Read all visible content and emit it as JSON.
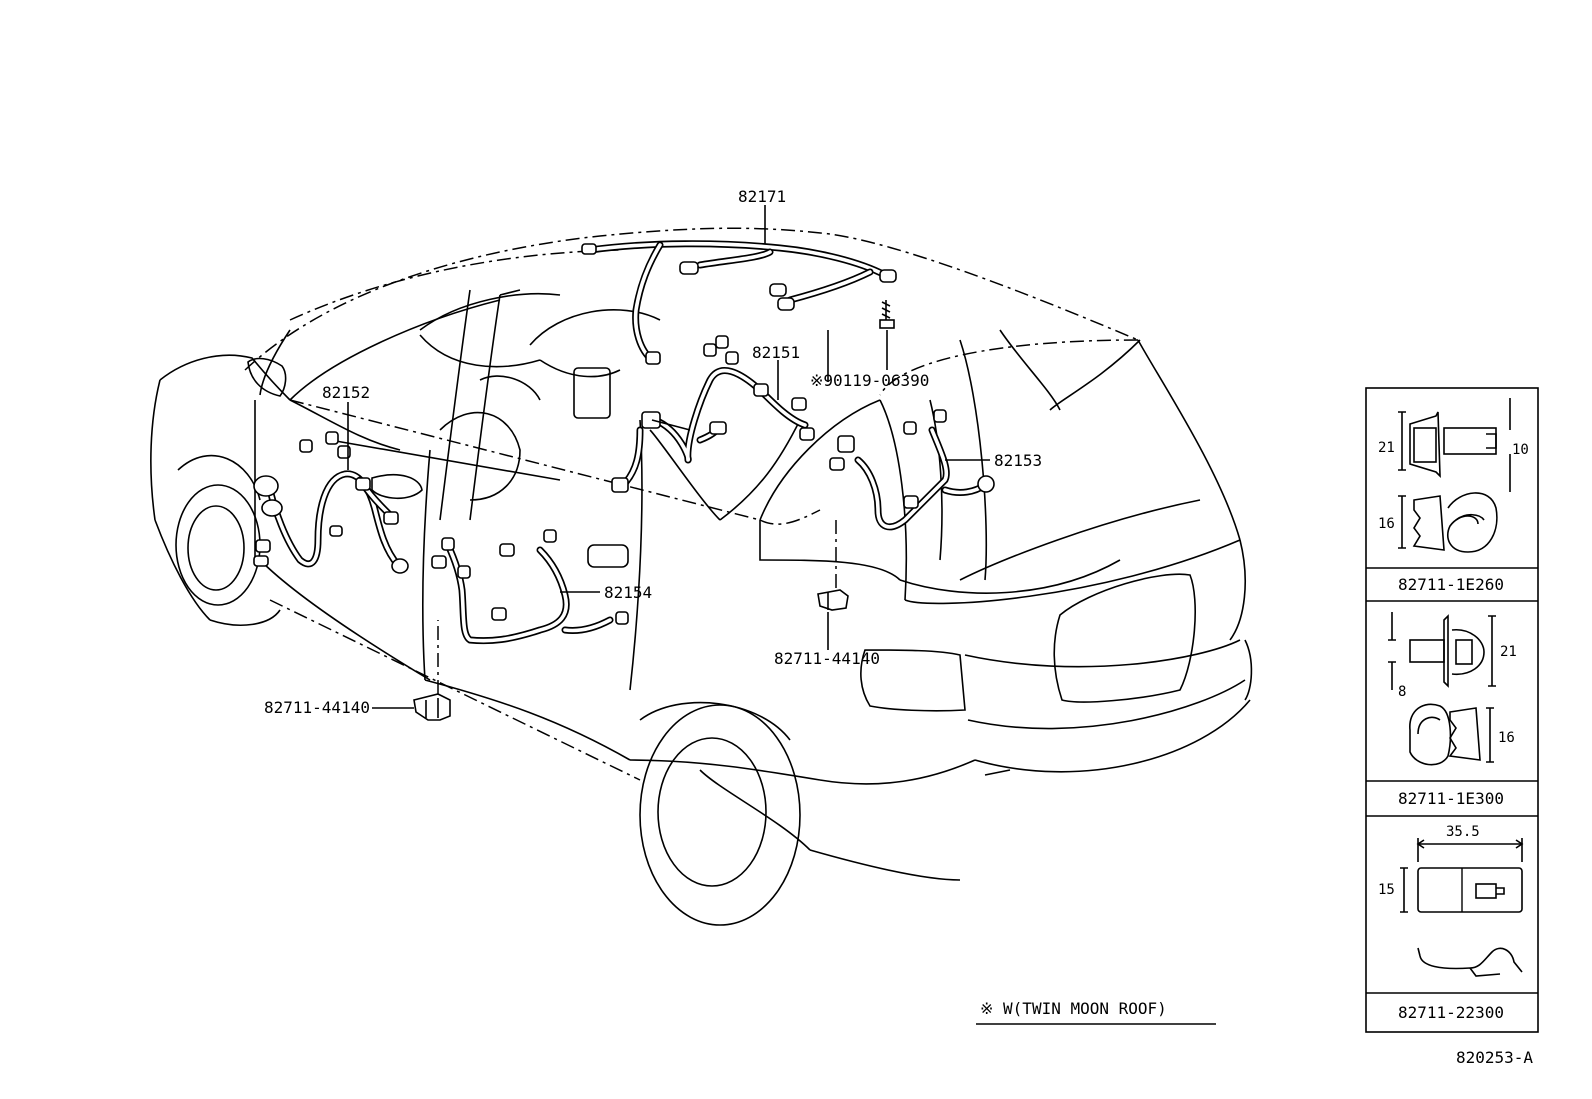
{
  "diagram": {
    "callouts": {
      "roof_harness": "82171",
      "front_harness": "82151",
      "left_front_harness": "82152",
      "rear_harness": "82153",
      "rear_door_harness": "82154",
      "bolt": "※90119-06390",
      "clamp_left": "82711-44140",
      "clamp_right": "82711-44140"
    },
    "legend_note": "※  W(TWIN MOON ROOF)",
    "figure_code": "820253-A"
  },
  "clip_panel": {
    "clips": [
      {
        "part_number": "82711-1E260",
        "dims": [
          "21",
          "10",
          "16"
        ]
      },
      {
        "part_number": "82711-1E300",
        "dims": [
          "8",
          "21",
          "16"
        ]
      },
      {
        "part_number": "82711-22300",
        "dims": [
          "35.5",
          "15"
        ]
      }
    ]
  }
}
